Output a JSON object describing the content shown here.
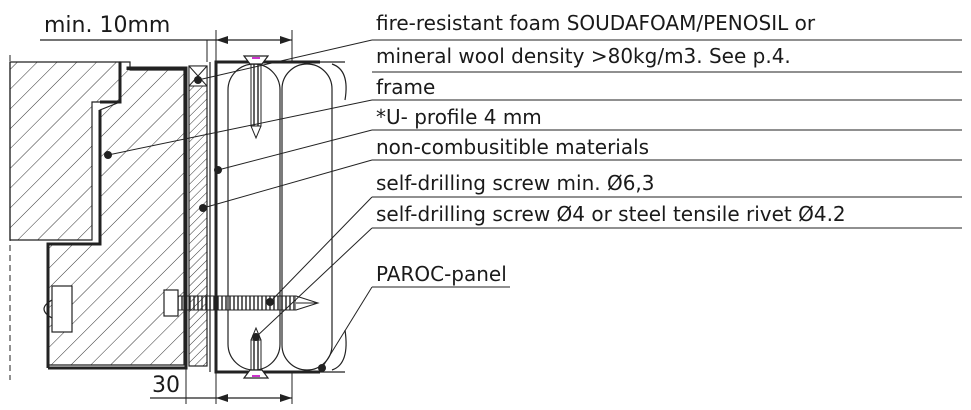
{
  "dimensions": {
    "top": "min. 10mm",
    "bottom": "30"
  },
  "labels": [
    "fire-resistant foam SOUDAFOAM/PENOSIL or",
    "mineral wool density >80kg/m3. See p.4.",
    "frame",
    "*U- profile 4 mm",
    "non-combusitible materials",
    "self-drilling screw min. Ø6,3",
    "self-drilling screw Ø4 or steel tensile rivet Ø4.2",
    "PAROC-panel"
  ],
  "colors": {
    "line": "#1a1a1a",
    "screw_head": "#cc33cc"
  }
}
